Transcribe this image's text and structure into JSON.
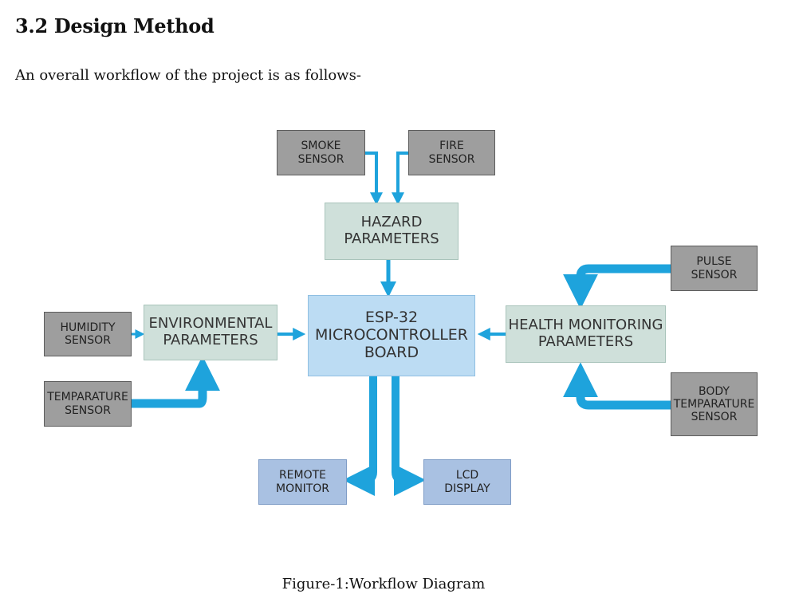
{
  "heading": "3.2 Design Method",
  "intro": "An overall workflow of the project is as follows-",
  "caption": "Figure-1:Workflow Diagram",
  "colors": {
    "arrow": "#1ea3dc",
    "sensor_fill": "#9e9e9e",
    "parameter_fill": "#cfe0da",
    "microcontroller_fill": "#bcdcf3",
    "output_fill": "#a9c1e2"
  },
  "diagram": {
    "smoke_sensor": [
      "SMOKE",
      "SENSOR"
    ],
    "fire_sensor": [
      "FIRE",
      "SENSOR"
    ],
    "hazard_parameters": [
      "HAZARD",
      "PARAMETERS"
    ],
    "humidity_sensor": [
      "HUMIDITY",
      "SENSOR"
    ],
    "temperature_sensor": [
      "TEMPARATURE",
      "SENSOR"
    ],
    "environmental_parameters": [
      "ENVIRONMENTAL",
      "PARAMETERS"
    ],
    "microcontroller": [
      "ESP-32",
      "MICROCONTROLLER",
      "BOARD"
    ],
    "health_parameters": [
      "HEALTH MONITORING",
      "PARAMETERS"
    ],
    "pulse_sensor": [
      "PULSE",
      "SENSOR"
    ],
    "body_temperature_sensor": [
      "BODY",
      "TEMPARATURE",
      "SENSOR"
    ],
    "remote_monitor": [
      "REMOTE",
      "MONITOR"
    ],
    "lcd_display": [
      "LCD",
      "DISPLAY"
    ]
  }
}
